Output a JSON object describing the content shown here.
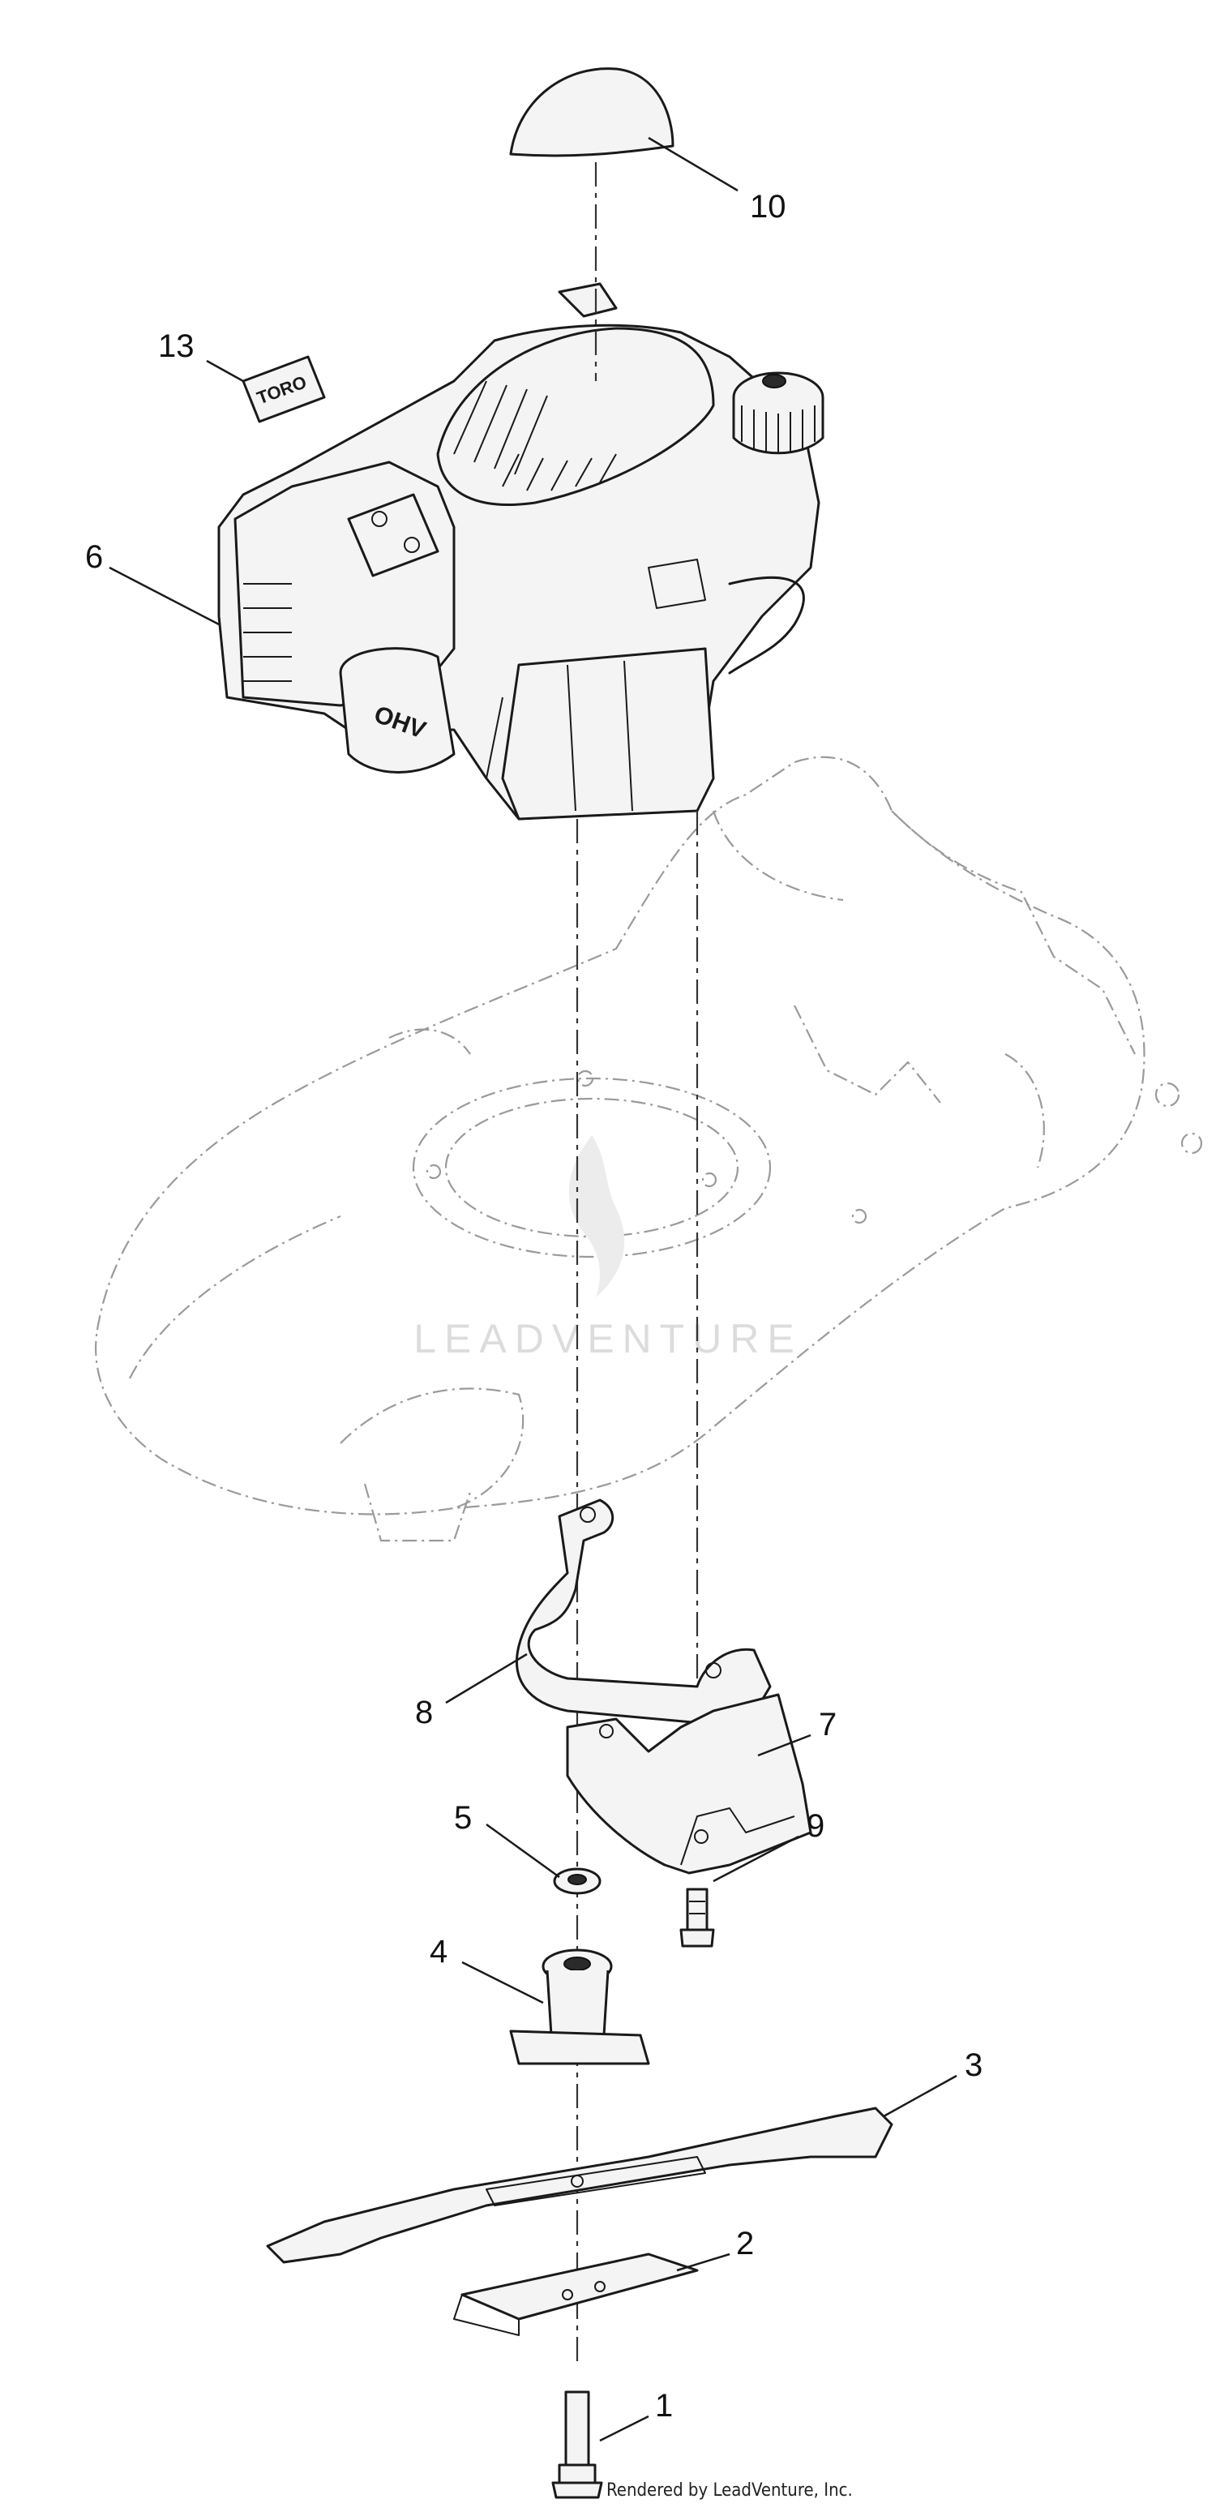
{
  "callouts": [
    {
      "id": "1",
      "label": "1"
    },
    {
      "id": "2",
      "label": "2"
    },
    {
      "id": "3",
      "label": "3"
    },
    {
      "id": "4",
      "label": "4"
    },
    {
      "id": "5",
      "label": "5"
    },
    {
      "id": "6",
      "label": "6"
    },
    {
      "id": "7",
      "label": "7"
    },
    {
      "id": "8",
      "label": "8"
    },
    {
      "id": "9",
      "label": "9"
    },
    {
      "id": "10",
      "label": "10"
    },
    {
      "id": "13",
      "label": "13"
    }
  ],
  "parts_text": {
    "engine_badge": "OHV",
    "decal_text": "TORO"
  },
  "watermark": "LEADVENTURE",
  "footer": {
    "credit": "Rendered by LeadVenture, Inc."
  },
  "colors": {
    "ink": "#1a1a1a",
    "ghost_deck": "#9a9a9a",
    "watermark": "#dcdcdc",
    "background": "#ffffff"
  }
}
